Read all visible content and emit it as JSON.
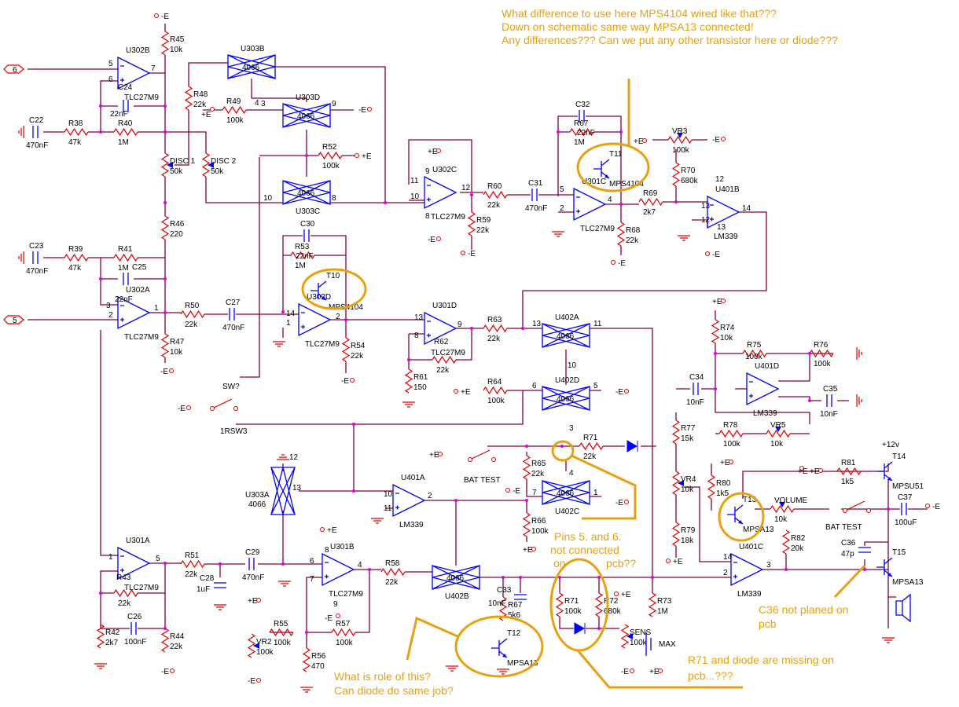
{
  "colors": {
    "wire": "#800040",
    "resistor": "#e00000",
    "component": "#0000ff",
    "annotation": "#e8a010",
    "node": "#e000e0"
  },
  "connectors": [
    "6",
    "5"
  ],
  "opamps": [
    {
      "ref": "U302B",
      "part": "TLC27M9"
    },
    {
      "ref": "U302A",
      "part": "TLC27M9"
    },
    {
      "ref": "U302C",
      "part": "TLC27M9"
    },
    {
      "ref": "U301C",
      "part": "TLC27M9"
    },
    {
      "ref": "U401B",
      "part": "LM339"
    },
    {
      "ref": "U302D",
      "part": "TLC27M9"
    },
    {
      "ref": "U301D",
      "part": "TLC27M9"
    },
    {
      "ref": "U401D",
      "part": "LM339"
    },
    {
      "ref": "U401A",
      "part": "LM339"
    },
    {
      "ref": "U301A",
      "part": "TLC27M9"
    },
    {
      "ref": "U301B",
      "part": "TLC27M9"
    },
    {
      "ref": "U401C",
      "part": "LM339"
    }
  ],
  "switches": [
    {
      "ref": "U303B",
      "part": "4066"
    },
    {
      "ref": "U303D",
      "part": "4066"
    },
    {
      "ref": "U303C",
      "part": "4066"
    },
    {
      "ref": "U402A",
      "part": "4066"
    },
    {
      "ref": "U402D",
      "part": "4066"
    },
    {
      "ref": "U402C",
      "part": "4066"
    },
    {
      "ref": "U402B",
      "part": "4066"
    },
    {
      "ref": "U303A",
      "part": "4066"
    }
  ],
  "resistors": [
    {
      "ref": "R45",
      "value": "10k"
    },
    {
      "ref": "R48",
      "value": "22k"
    },
    {
      "ref": "R38",
      "value": "47k"
    },
    {
      "ref": "R40",
      "value": "1M"
    },
    {
      "ref": "R49",
      "value": "100k"
    },
    {
      "ref": "R52",
      "value": "100k"
    },
    {
      "ref": "DISC 1",
      "value": "50k"
    },
    {
      "ref": "DISC 2",
      "value": "50k"
    },
    {
      "ref": "R46",
      "value": "220"
    },
    {
      "ref": "R39",
      "value": "47k"
    },
    {
      "ref": "R41",
      "value": "1M"
    },
    {
      "ref": "R47",
      "value": "10k"
    },
    {
      "ref": "R50",
      "value": "22k"
    },
    {
      "ref": "R53",
      "value": "1M"
    },
    {
      "ref": "R54",
      "value": "22k"
    },
    {
      "ref": "R60",
      "value": "22k"
    },
    {
      "ref": "R59",
      "value": "22k"
    },
    {
      "ref": "R67",
      "value": "1M"
    },
    {
      "ref": "VR3",
      "value": "100k"
    },
    {
      "ref": "R70",
      "value": "680k"
    },
    {
      "ref": "R69",
      "value": "2k7"
    },
    {
      "ref": "R68",
      "value": "22k"
    },
    {
      "ref": "R63",
      "value": "22k"
    },
    {
      "ref": "R62",
      "value": "22k"
    },
    {
      "ref": "R61",
      "value": "150"
    },
    {
      "ref": "R64",
      "value": "100k"
    },
    {
      "ref": "R71",
      "value": "22k"
    },
    {
      "ref": "R65",
      "value": "22k"
    },
    {
      "ref": "R66",
      "value": "100k"
    },
    {
      "ref": "R74",
      "value": "10k"
    },
    {
      "ref": "R75",
      "value": "100k"
    },
    {
      "ref": "R76",
      "value": "100k"
    },
    {
      "ref": "R77",
      "value": "15k"
    },
    {
      "ref": "VR4",
      "value": "10k"
    },
    {
      "ref": "R79",
      "value": "18k"
    },
    {
      "ref": "R78",
      "value": "100k"
    },
    {
      "ref": "VR5",
      "value": "10k"
    },
    {
      "ref": "R80",
      "value": "1k5"
    },
    {
      "ref": "R81",
      "value": "1k5"
    },
    {
      "ref": "VOLUME",
      "value": "10k"
    },
    {
      "ref": "R82",
      "value": "20k"
    },
    {
      "ref": "R51",
      "value": "22k"
    },
    {
      "ref": "R43",
      "value": "22k"
    },
    {
      "ref": "R42",
      "value": "2k7"
    },
    {
      "ref": "R44",
      "value": "22k"
    },
    {
      "ref": "R55",
      "value": "100k"
    },
    {
      "ref": "VR2",
      "value": "100k"
    },
    {
      "ref": "R56",
      "value": "470"
    },
    {
      "ref": "R57",
      "value": "100k"
    },
    {
      "ref": "R58",
      "value": "22k"
    },
    {
      "ref": "R67",
      "value": "5k6"
    },
    {
      "ref": "R71",
      "value": "100k"
    },
    {
      "ref": "R72",
      "value": "680k"
    },
    {
      "ref": "SENS",
      "value": "100k"
    },
    {
      "ref": "R73",
      "value": "1M"
    }
  ],
  "capacitors": [
    {
      "ref": "C22",
      "value": "470nF"
    },
    {
      "ref": "C24",
      "value": "22nF"
    },
    {
      "ref": "C23",
      "value": "470nF"
    },
    {
      "ref": "C25",
      "value": "22nF"
    },
    {
      "ref": "C27",
      "value": "470nF"
    },
    {
      "ref": "C30",
      "value": "22nF"
    },
    {
      "ref": "C31",
      "value": "470nF"
    },
    {
      "ref": "C32",
      "value": "22nF"
    },
    {
      "ref": "C34",
      "value": "10nF"
    },
    {
      "ref": "C35",
      "value": "10nF"
    },
    {
      "ref": "C28",
      "value": "1uF"
    },
    {
      "ref": "C29",
      "value": "470nF"
    },
    {
      "ref": "C26",
      "value": "100nF"
    },
    {
      "ref": "C33",
      "value": "10nF"
    },
    {
      "ref": "C36",
      "value": "47p"
    },
    {
      "ref": "C37",
      "value": "100uF"
    }
  ],
  "transistors": [
    {
      "ref": "T10",
      "part": "MPS4104"
    },
    {
      "ref": "T11",
      "part": "MPS4104"
    },
    {
      "ref": "T13",
      "part": "MPSA13"
    },
    {
      "ref": "T12",
      "part": "MPSA13"
    },
    {
      "ref": "T14",
      "part": "MPSU51"
    },
    {
      "ref": "T15",
      "part": "MPSA13"
    }
  ],
  "labels": {
    "sw": "SW?",
    "rsw": "1RSW3",
    "bat_test_1": "BAT TEST",
    "bat_test_2": "BAT TEST",
    "supply_12v": "+12v",
    "max": "MAX"
  },
  "supplies": [
    "-E",
    "+E",
    "-E",
    "-E",
    "+E",
    "-E",
    "+E",
    "-E",
    "-E",
    "-E",
    "+E",
    "-E",
    "-E",
    "+E",
    "-E",
    "+E",
    "-E",
    "+E",
    "-E",
    "-E",
    "+E",
    "+E",
    "+E",
    "+E",
    "-E",
    "-E",
    "+E",
    "+E",
    "-E",
    "-E",
    "+E",
    "-E",
    "+E",
    "+E"
  ],
  "pins": [
    "5",
    "6",
    "7",
    "2",
    "3",
    "1",
    "10",
    "11",
    "12",
    "9",
    "8",
    "3",
    "4",
    "9",
    "10",
    "8",
    "5",
    "4",
    "2",
    "12",
    "13",
    "14",
    "12",
    "13",
    "14",
    "1",
    "2",
    "13",
    "8",
    "9",
    "13",
    "11",
    "10",
    "6",
    "5",
    "3",
    "4",
    "7",
    "1",
    "13",
    "12",
    "10",
    "11",
    "2",
    "1",
    "5",
    "6",
    "7",
    "4",
    "8",
    "9",
    "14",
    "2",
    "3"
  ],
  "annotations": {
    "top": [
      "What difference to use here MPS4104 wired like that???",
      "Down on schematic same way MPSA13 connected!",
      "Any differences??? Can we put any other transistor here or diode???"
    ],
    "pins": [
      "Pins 5. and 6.",
      "not connected",
      "on",
      "pcb??"
    ],
    "c36": [
      "C36 not planed on",
      "pcb"
    ],
    "r71": [
      "R71 and diode are missing on",
      "pcb...???"
    ],
    "t12": [
      "What is role of this?",
      "Can diode do same job?"
    ]
  }
}
